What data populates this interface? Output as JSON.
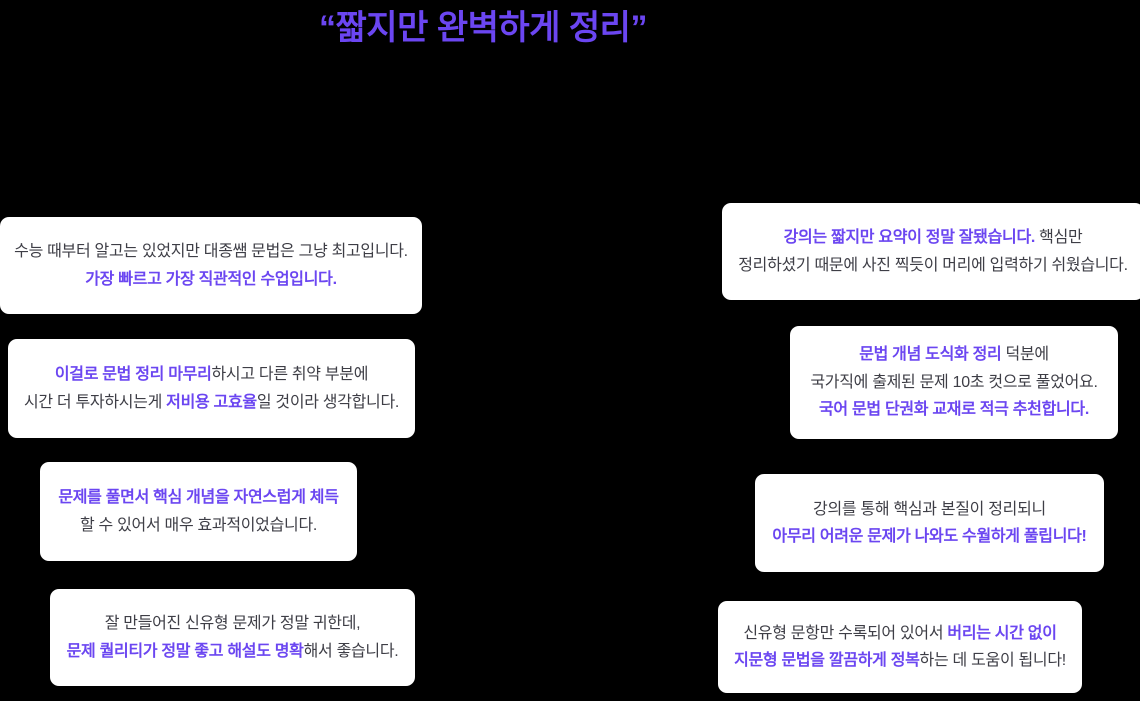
{
  "page": {
    "title": "“짧지만 완벽하게 정리”"
  },
  "colors": {
    "background": "#000000",
    "card_background": "#ffffff",
    "accent_purple": "#6b46f1",
    "body_text": "#3e3e46"
  },
  "testimonials": {
    "left": [
      {
        "lines": [
          [
            {
              "text": "수능 때부터 알고는 있었지만  대종쌤 문법은 그냥 최고입니다.",
              "accent": false
            }
          ],
          [
            {
              "text": "가장 빠르고 가장 직관적인 수업입니다.",
              "accent": true
            }
          ]
        ]
      },
      {
        "lines": [
          [
            {
              "text": "이걸로 문법 정리 마무리",
              "accent": true
            },
            {
              "text": "하시고  다른 취약 부분에",
              "accent": false
            }
          ],
          [
            {
              "text": "시간 더 투자하시는게  ",
              "accent": false
            },
            {
              "text": "저비용 고효율",
              "accent": true
            },
            {
              "text": "일 것이라 생각합니다.",
              "accent": false
            }
          ]
        ]
      },
      {
        "lines": [
          [
            {
              "text": "문제를 풀면서 핵심 개념을 자연스럽게 체득",
              "accent": true
            }
          ],
          [
            {
              "text": "할 수 있어서 매우 효과적이었습니다.",
              "accent": false
            }
          ]
        ]
      },
      {
        "lines": [
          [
            {
              "text": "잘 만들어진 신유형 문제가 정말 귀한데,",
              "accent": false
            }
          ],
          [
            {
              "text": "문제 퀄리티가 정말 좋고 해설도 명확",
              "accent": true
            },
            {
              "text": "해서 좋습니다.",
              "accent": false
            }
          ]
        ]
      }
    ],
    "right": [
      {
        "lines": [
          [
            {
              "text": "강의는 짧지만 요약이 정말 잘됐습니다.",
              "accent": true
            },
            {
              "text": " 핵심만",
              "accent": false
            }
          ],
          [
            {
              "text": "정리하셨기 때문에 사진 찍듯이 머리에 입력하기 쉬웠습니다.",
              "accent": false
            }
          ]
        ]
      },
      {
        "lines": [
          [
            {
              "text": "문법 개념 도식화 정리",
              "accent": true
            },
            {
              "text": " 덕분에",
              "accent": false
            }
          ],
          [
            {
              "text": "국가직에 출제된 문제 10초 컷으로 풀었어요.",
              "accent": false
            }
          ],
          [
            {
              "text": "국어 문법 단권화 교재로 적극 추천합니다.",
              "accent": true
            }
          ]
        ]
      },
      {
        "lines": [
          [
            {
              "text": "강의를 통해 핵심과 본질이 정리되니",
              "accent": false
            }
          ],
          [
            {
              "text": "아무리 어려운 문제가 나와도 수월하게 풀립니다!",
              "accent": true
            }
          ]
        ]
      },
      {
        "lines": [
          [
            {
              "text": "신유형 문항만 수록되어 있어서 ",
              "accent": false
            },
            {
              "text": "버리는 시간 없이",
              "accent": true
            }
          ],
          [
            {
              "text": "지문형 문법을 깔끔하게 정복",
              "accent": true
            },
            {
              "text": "하는 데 도움이 됩니다!",
              "accent": false
            }
          ]
        ]
      }
    ]
  }
}
